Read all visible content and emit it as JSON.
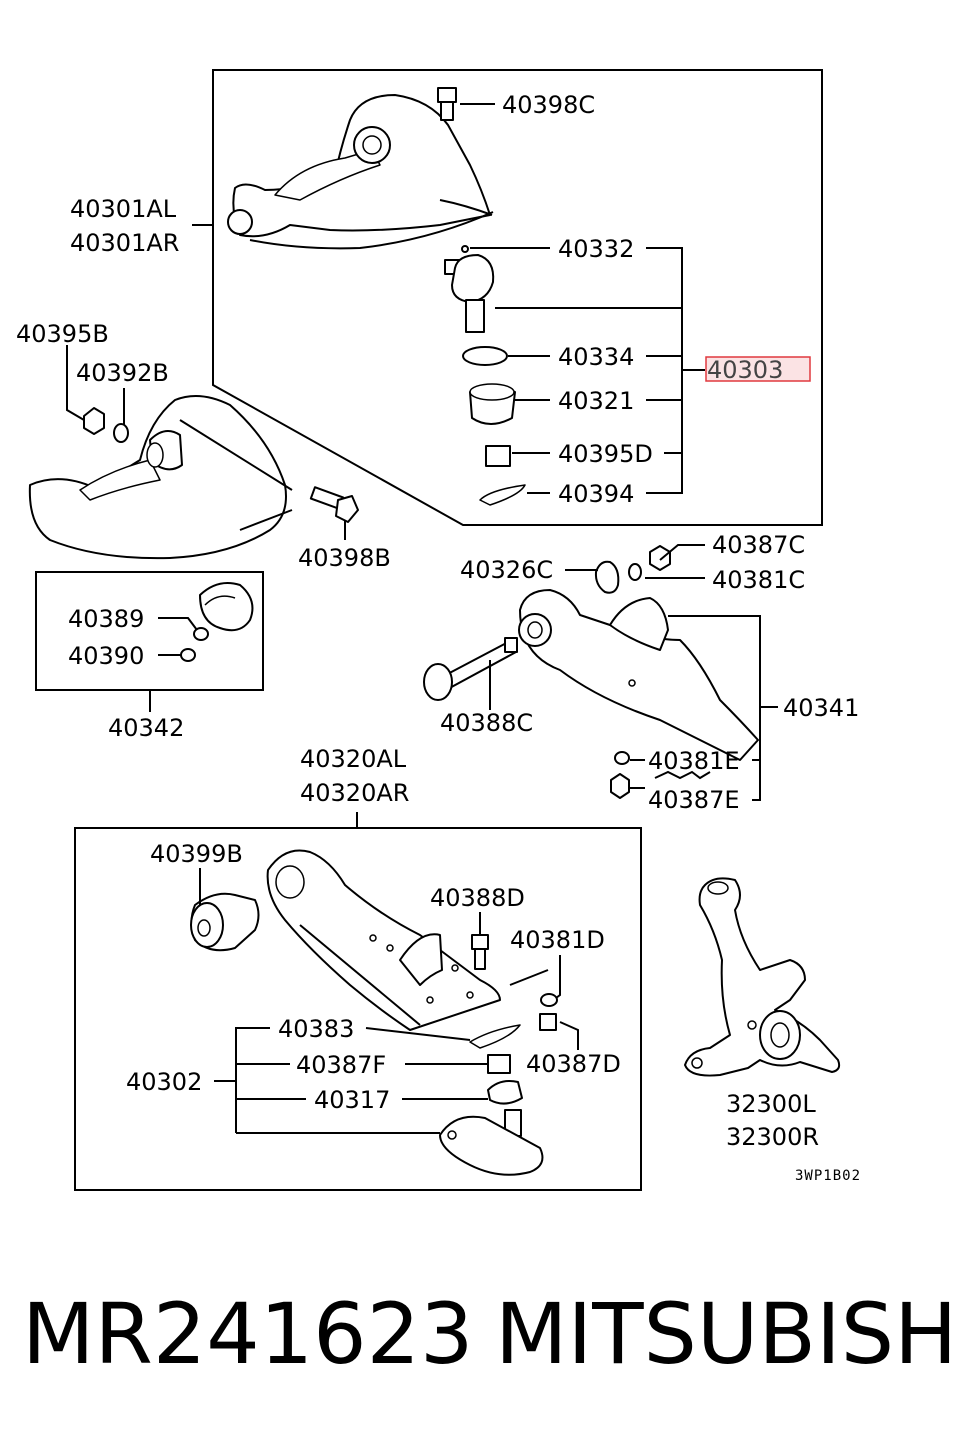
{
  "diagram": {
    "labels": {
      "p40398C": "40398C",
      "p40301AL": "40301AL",
      "p40301AR": "40301AR",
      "p40332": "40332",
      "p40395B": "40395B",
      "p40392B": "40392B",
      "p40334": "40334",
      "p40303": "40303",
      "p40321": "40321",
      "p40395D": "40395D",
      "p40394": "40394",
      "p40398B": "40398B",
      "p40387C": "40387C",
      "p40326C": "40326C",
      "p40381C": "40381C",
      "p40389": "40389",
      "p40390": "40390",
      "p40342": "40342",
      "p40388C": "40388C",
      "p40341": "40341",
      "p40381E": "40381E",
      "p40387E": "40387E",
      "p40320AL": "40320AL",
      "p40320AR": "40320AR",
      "p40399B": "40399B",
      "p40388D": "40388D",
      "p40381D": "40381D",
      "p40383": "40383",
      "p40387D": "40387D",
      "p40387F": "40387F",
      "p40302": "40302",
      "p40317": "40317",
      "p32300L": "32300L",
      "p32300R": "32300R",
      "code": "3WP1B02"
    },
    "highlight_color": "#e0393e"
  },
  "footer": {
    "part_number": "MR241623",
    "brand": "MITSUBISHI"
  }
}
